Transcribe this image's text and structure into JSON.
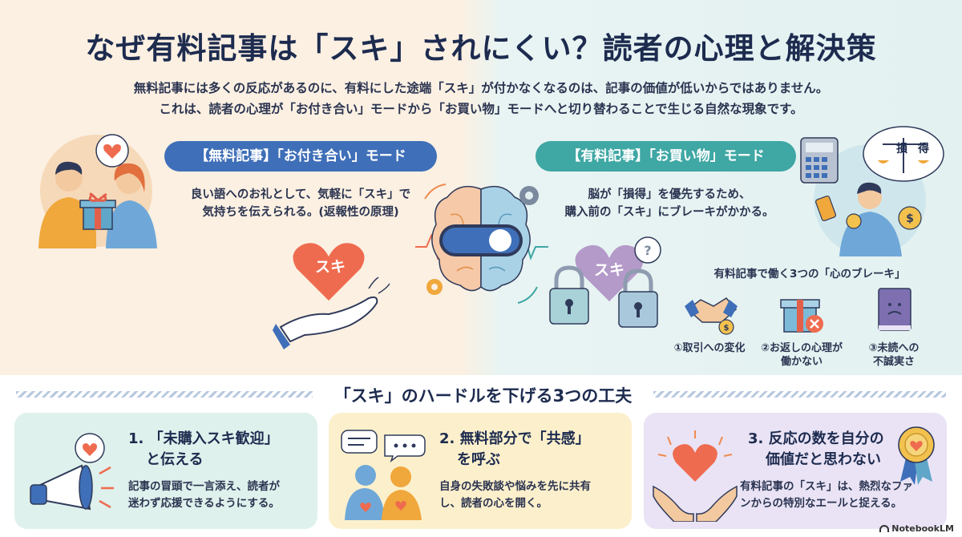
{
  "title": "なぜ有料記事は「スキ」されにくい？読者の心理と解決策",
  "intro": {
    "line1": "無料記事には多くの反応があるのに、有料にした途端「スキ」が付かなくなるのは、記事の価値が低いからではありません。",
    "line2": "これは、読者の心理が「お付き合い」モードから「お買い物」モードへと切り替わることで生じる自然な現象です。"
  },
  "free": {
    "pill": "【無料記事】「お付き合い」モード",
    "desc1": "良い語へのお礼として、気軽に「スキ」で",
    "desc2": "気持ちを伝えられる。(返報性の原理)",
    "heart_label": "スキ"
  },
  "paid": {
    "pill": "【有料記事】「お買い物」モード",
    "desc1": "脳が「損得」を優先するため、",
    "desc2": "購入前の「スキ」にブレーキがかかる。",
    "heart_label": "スキ",
    "scale_left": "損",
    "scale_right": "得"
  },
  "brakes": {
    "title": "有料記事で働く3つの「心のブレーキ」",
    "items": [
      {
        "line1": "①取引への変化",
        "line2": ""
      },
      {
        "line1": "②お返しの心理が",
        "line2": "働かない"
      },
      {
        "line1": "③未読への",
        "line2": "不誠実さ"
      }
    ]
  },
  "tips": {
    "title": "「スキ」のハードルを下げる3つの工夫",
    "cards": [
      {
        "title1": "1. 「未購入スキ歓迎」",
        "title2": "と伝える",
        "body1": "記事の冒頭で一言添え、読者が",
        "body2": "迷わず応援できるようにする。"
      },
      {
        "title1": "2. 無料部分で「共感」",
        "title2": "を呼ぶ",
        "body1": "自身の失敗談や悩みを先に共有",
        "body2": "し、読者の心を開く。"
      },
      {
        "title1": "3. 反応の数を自分の",
        "title2": "価値だと思わない",
        "body1": "有料記事の「スキ」は、熱烈なファ",
        "body2": "ンからの特別なエールと捉える。"
      }
    ]
  },
  "footer": {
    "brand": "NotebookLM"
  },
  "colors": {
    "free_accent": "#3f6fb8",
    "paid_accent": "#3fa7a4",
    "heart": "#ef6b4f",
    "card1_bg": "#dff1ec",
    "card2_bg": "#fcf0cc",
    "card3_bg": "#e9e3f5"
  }
}
